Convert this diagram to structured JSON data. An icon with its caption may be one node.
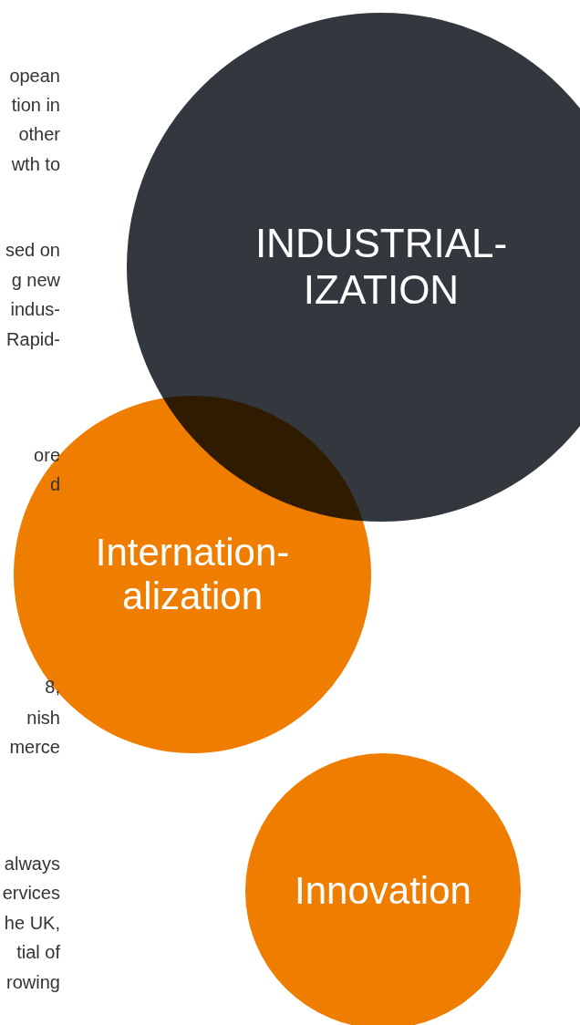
{
  "diagram": {
    "nodes": [
      {
        "text": [
          "INDUSTRIAL- IZATION"
        ]
      },
      {
        "text": [
          "Internation- alization"
        ]
      },
      {
        "text": [
          "Innovation"
        ]
      }
    ],
    "labels": [
      "opean",
      "tion in",
      "other",
      "wth to",
      "sed on",
      "g new",
      "indus-",
      "Rapid-",
      "ore",
      "d",
      "8,",
      "nish",
      "merce",
      "always",
      "ervices",
      "he UK,",
      "tial of",
      "rowing"
    ]
  }
}
